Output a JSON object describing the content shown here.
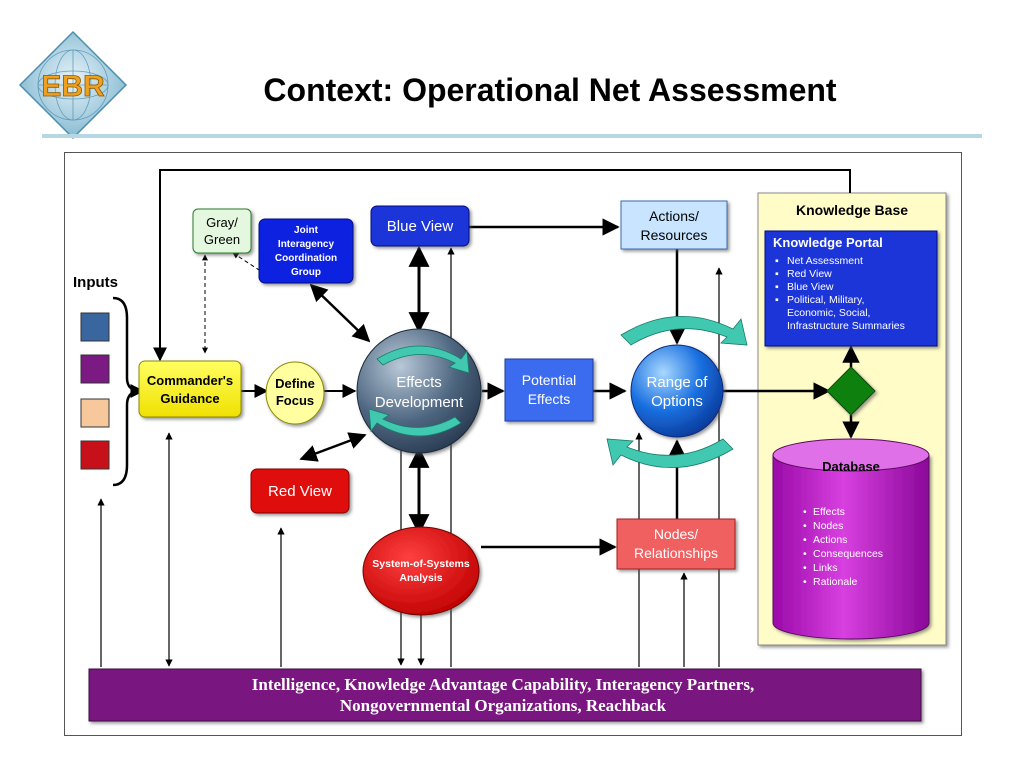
{
  "slide": {
    "title": "Context: Operational Net Assessment",
    "logo_text": "EBR"
  },
  "diagram": {
    "inputs_label": "Inputs",
    "input_colors": [
      "#3a66a0",
      "#7a1a82",
      "#f7c89c",
      "#c8101a"
    ],
    "nodes": {
      "gray_green": [
        "Gray/",
        "Green"
      ],
      "jicg": [
        "Joint",
        "Interagency",
        "Coordination",
        "Group"
      ],
      "blue_view": "Blue View",
      "actions_resources": [
        "Actions/",
        "Resources"
      ],
      "commanders_guidance": [
        "Commander's",
        "Guidance"
      ],
      "define_focus": [
        "Define",
        "Focus"
      ],
      "effects_development": [
        "Effects",
        "Development"
      ],
      "potential_effects": [
        "Potential",
        "Effects"
      ],
      "range_of_options": [
        "Range of",
        "Options"
      ],
      "red_view": "Red View",
      "system_of_systems": [
        "System-of-Systems",
        "Analysis"
      ],
      "nodes_relationships": [
        "Nodes/",
        "Relationships"
      ]
    },
    "knowledge_base": {
      "title": "Knowledge Base",
      "portal_title": "Knowledge Portal",
      "portal_items": [
        "Net Assessment",
        "Red View",
        "Blue View",
        "Political, Military,",
        "Economic, Social,",
        "Infrastructure Summaries"
      ],
      "database_title": "Database",
      "database_items": [
        "Effects",
        "Nodes",
        "Actions",
        "Consequences",
        "Links",
        "Rationale"
      ]
    },
    "bottom_bar": {
      "line1": "Intelligence, Knowledge Advantage Capability, Interagency Partners,",
      "line2": "Nongovernmental Organizations, Reachback"
    },
    "colors": {
      "yellow": "#ffff00",
      "blue_box": "#1c36d8",
      "mid_blue": "#3a6cf0",
      "red": "#e01010",
      "salmon": "#f06060",
      "purple_bar": "#7a1580",
      "kb_bg": "#fffcc8",
      "diamond": "#108010",
      "teal": "#3ac0a8"
    }
  }
}
